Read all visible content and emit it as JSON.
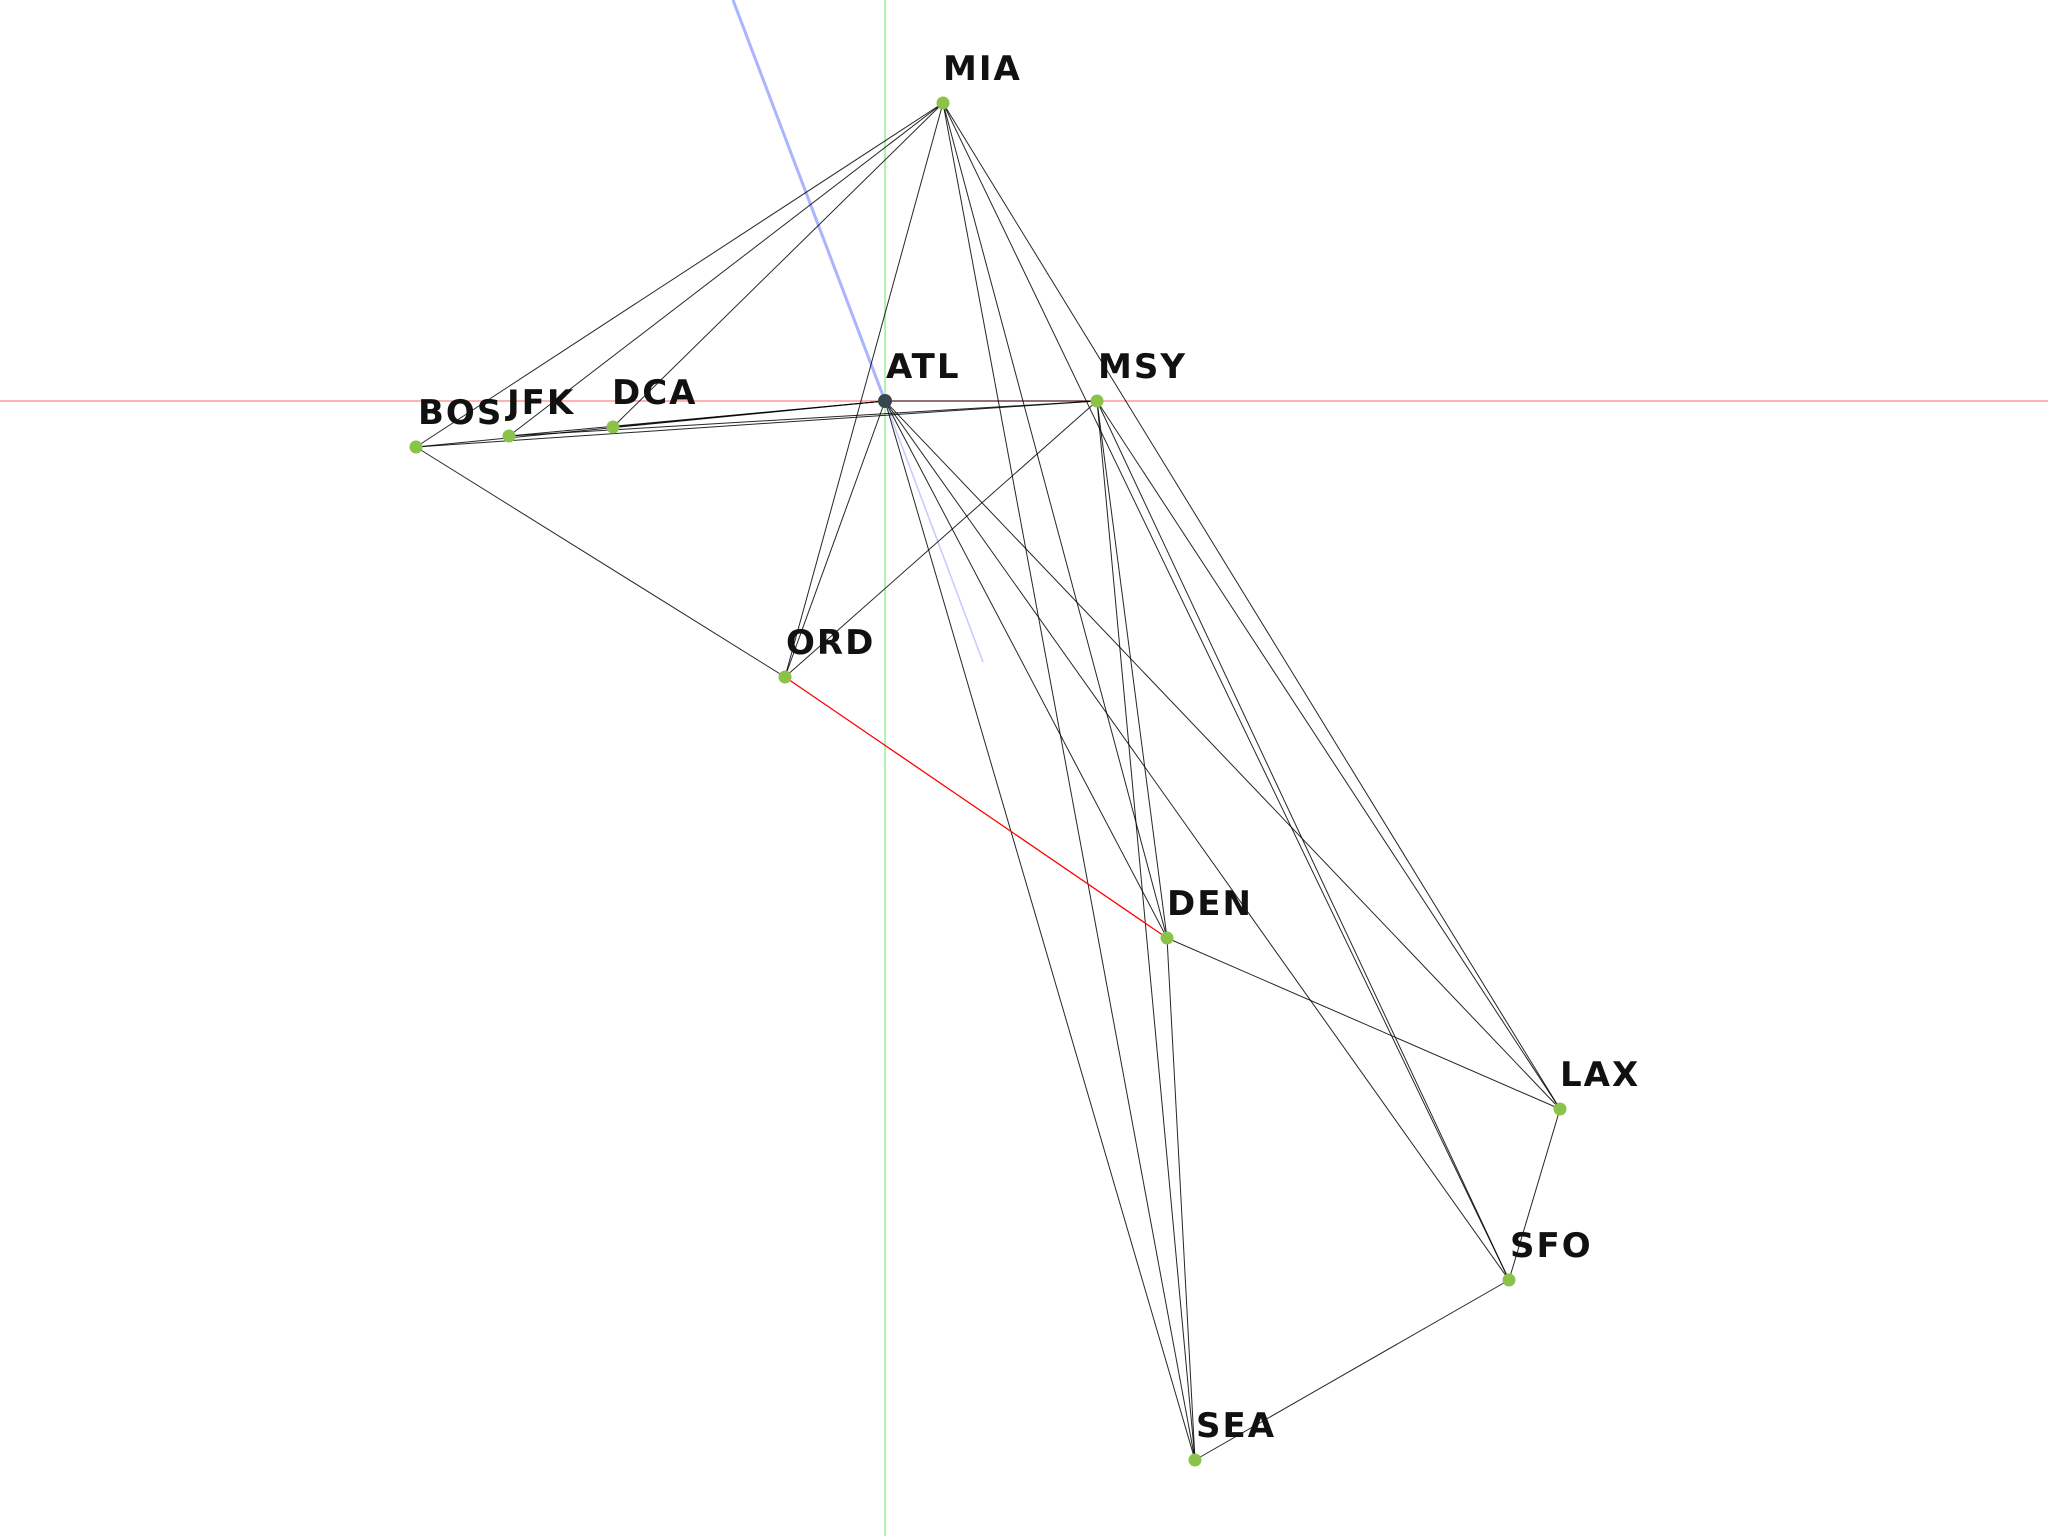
{
  "graph": {
    "colors": {
      "edge": "#000000",
      "highlight_edge": "#ff0000",
      "node": "#8bc34a",
      "selected_node": "#37474f",
      "axis_x": "#ff9999",
      "axis_y": "#99ee99",
      "pointer_ray": "#aab4ff"
    },
    "selected_node": "ATL",
    "nodes": [
      {
        "id": "MIA",
        "label": "MIA"
      },
      {
        "id": "BOS",
        "label": "BOS"
      },
      {
        "id": "JFK",
        "label": "JFK"
      },
      {
        "id": "DCA",
        "label": "DCA"
      },
      {
        "id": "ATL",
        "label": "ATL"
      },
      {
        "id": "MSY",
        "label": "MSY"
      },
      {
        "id": "ORD",
        "label": "ORD"
      },
      {
        "id": "DEN",
        "label": "DEN"
      },
      {
        "id": "LAX",
        "label": "LAX"
      },
      {
        "id": "SFO",
        "label": "SFO"
      },
      {
        "id": "SEA",
        "label": "SEA"
      }
    ],
    "edges": [
      [
        "MIA",
        "BOS"
      ],
      [
        "MIA",
        "JFK"
      ],
      [
        "MIA",
        "DCA"
      ],
      [
        "MIA",
        "ORD"
      ],
      [
        "MIA",
        "DEN"
      ],
      [
        "MIA",
        "SEA"
      ],
      [
        "MIA",
        "SFO"
      ],
      [
        "MIA",
        "LAX"
      ],
      [
        "ATL",
        "BOS"
      ],
      [
        "ATL",
        "JFK"
      ],
      [
        "ATL",
        "DCA"
      ],
      [
        "ATL",
        "MSY"
      ],
      [
        "ATL",
        "ORD"
      ],
      [
        "ATL",
        "DEN"
      ],
      [
        "ATL",
        "LAX"
      ],
      [
        "ATL",
        "SFO"
      ],
      [
        "ATL",
        "SEA"
      ],
      [
        "MSY",
        "BOS"
      ],
      [
        "MSY",
        "JFK"
      ],
      [
        "MSY",
        "ORD"
      ],
      [
        "MSY",
        "DEN"
      ],
      [
        "MSY",
        "SFO"
      ],
      [
        "MSY",
        "LAX"
      ],
      [
        "MSY",
        "SEA"
      ],
      [
        "BOS",
        "ORD"
      ],
      [
        "DEN",
        "LAX"
      ],
      [
        "DEN",
        "SEA"
      ],
      [
        "LAX",
        "SFO"
      ],
      [
        "SFO",
        "SEA"
      ]
    ],
    "highlight_edges": [
      [
        "ORD",
        "DEN"
      ]
    ]
  }
}
